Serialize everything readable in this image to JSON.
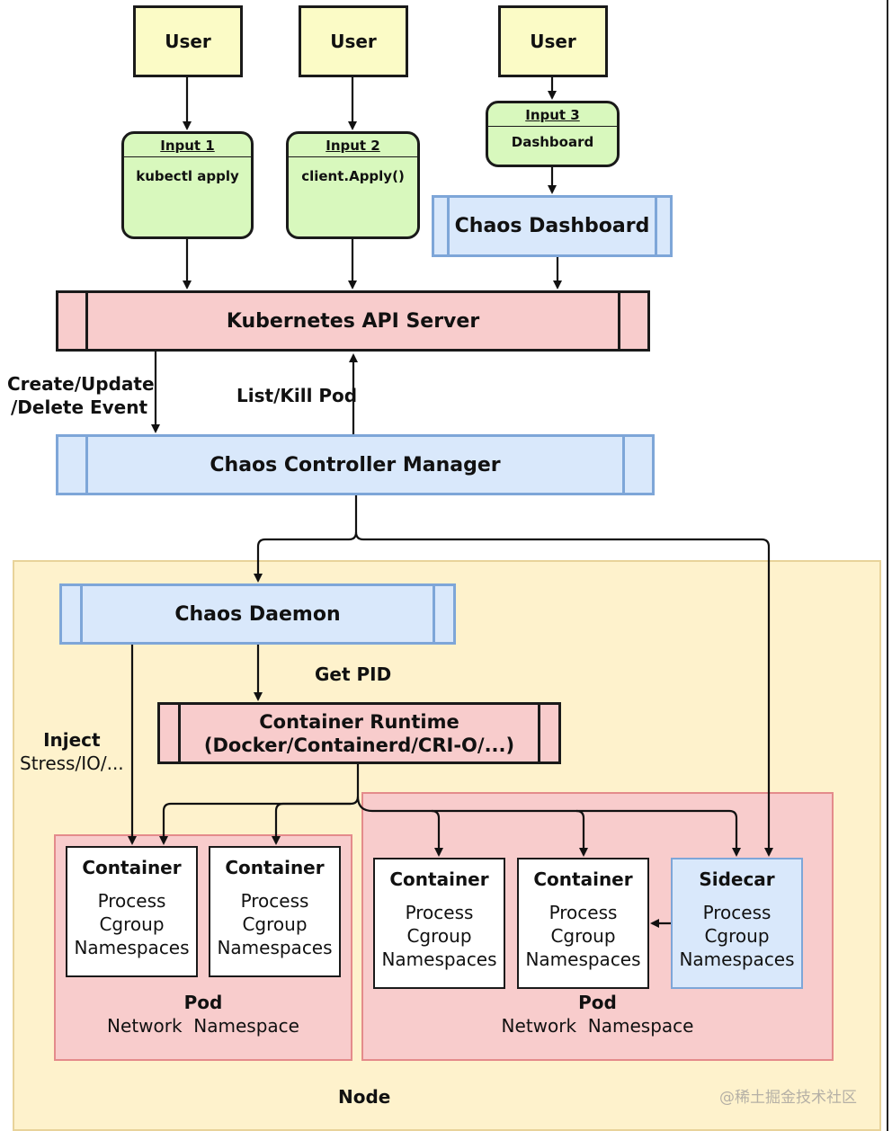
{
  "users": [
    "User",
    "User",
    "User"
  ],
  "inputs": [
    {
      "title": "Input 1",
      "body": "kubectl apply"
    },
    {
      "title": "Input 2",
      "body": "client.Apply()"
    },
    {
      "title": "Input 3",
      "body": "Dashboard"
    }
  ],
  "chaos_dashboard": "Chaos Dashboard",
  "api_server": "Kubernetes API Server",
  "edge_create_update_1": "Create/Update",
  "edge_create_update_2": "/Delete Event",
  "edge_list_kill": "List/Kill Pod",
  "controller_manager": "Chaos Controller Manager",
  "chaos_daemon": "Chaos Daemon",
  "edge_get_pid": "Get PID",
  "edge_inject_1": "Inject",
  "edge_inject_2": "Stress/IO/...",
  "runtime_line1": "Container Runtime",
  "runtime_line2": "(Docker/Containerd/CRI-O/...)",
  "containers": [
    {
      "title": "Container",
      "lines": [
        "Process",
        "Cgroup",
        "Namespaces"
      ]
    },
    {
      "title": "Container",
      "lines": [
        "Process",
        "Cgroup",
        "Namespaces"
      ]
    },
    {
      "title": "Container",
      "lines": [
        "Process",
        "Cgroup",
        "Namespaces"
      ]
    },
    {
      "title": "Container",
      "lines": [
        "Process",
        "Cgroup",
        "Namespaces"
      ]
    },
    {
      "title": "Sidecar",
      "lines": [
        "Process",
        "Cgroup",
        "Namespaces"
      ]
    }
  ],
  "pods": [
    {
      "title": "Pod",
      "subtitle": "Network  Namespace"
    },
    {
      "title": "Pod",
      "subtitle": "Network  Namespace"
    }
  ],
  "node_label": "Node",
  "watermark": "@稀土掘金技术社区",
  "colors": {
    "user_fill": "#fbfbc6",
    "input_fill": "#d8f8bd",
    "blue_fill": "#d9e8fb",
    "blue_stroke": "#7ea6d8",
    "red_fill": "#f8cccc",
    "node_fill": "#fef2cc",
    "pod_fill": "#f8cccc"
  }
}
